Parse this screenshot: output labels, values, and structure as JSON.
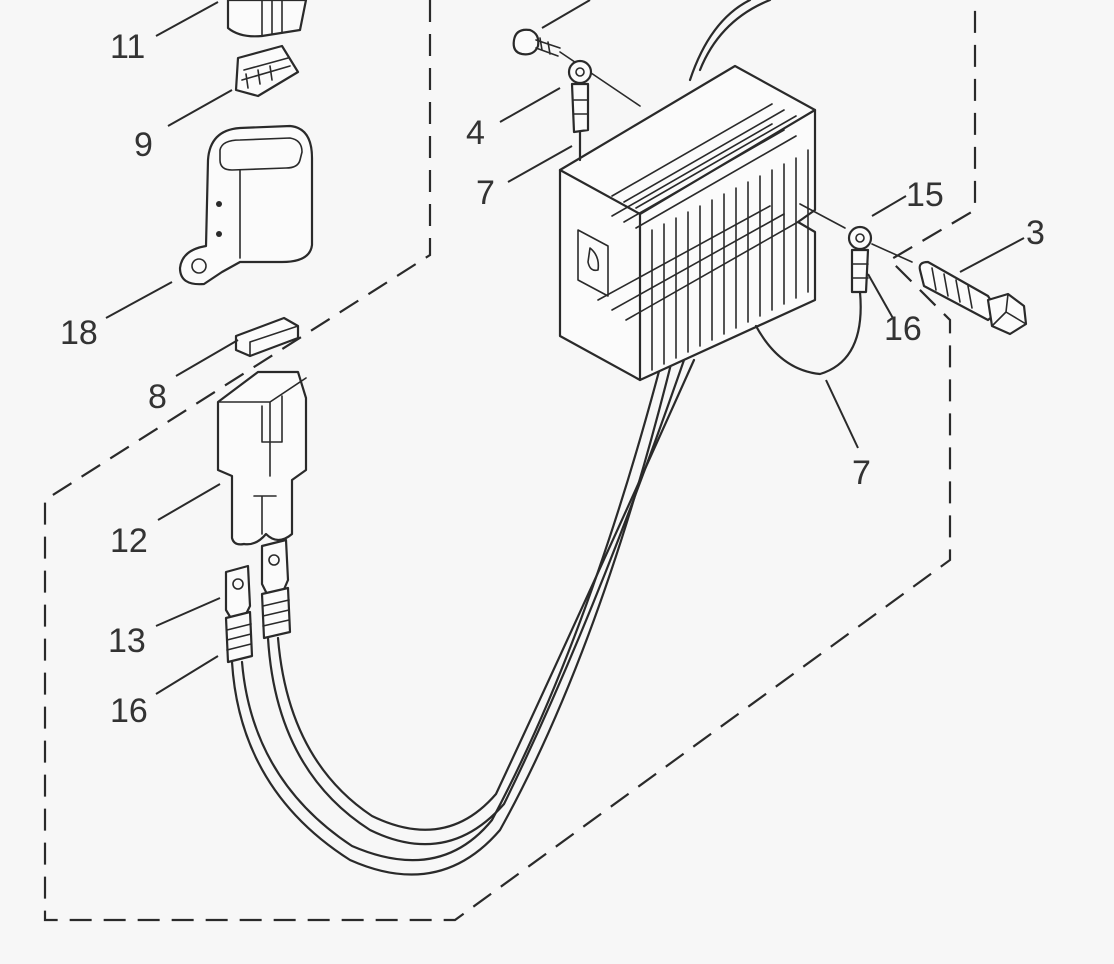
{
  "callouts": [
    {
      "id": "c11",
      "text": "11"
    },
    {
      "id": "c9",
      "text": "9"
    },
    {
      "id": "c18",
      "text": "18"
    },
    {
      "id": "c8",
      "text": "8"
    },
    {
      "id": "c12",
      "text": "12"
    },
    {
      "id": "c13",
      "text": "13"
    },
    {
      "id": "c16a",
      "text": "16"
    },
    {
      "id": "c4",
      "text": "4"
    },
    {
      "id": "c7a",
      "text": "7"
    },
    {
      "id": "c15",
      "text": "15"
    },
    {
      "id": "c3",
      "text": "3"
    },
    {
      "id": "c16b",
      "text": "16"
    },
    {
      "id": "c7b",
      "text": "7"
    }
  ]
}
